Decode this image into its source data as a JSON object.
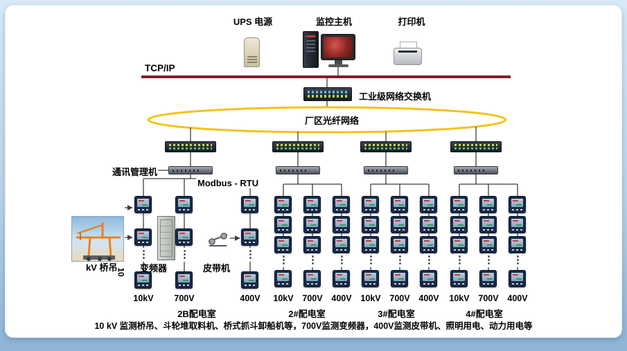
{
  "colors": {
    "backbone_line": "#7c2128",
    "fiber_ring_stroke": "#f2c318"
  },
  "header": {
    "ups_label": "UPS 电源",
    "host_label": "监控主机",
    "printer_label": "打印机"
  },
  "network": {
    "tcpip_label": "TCP/IP",
    "industrial_switch_label": "工业级网络交换机",
    "fiber_ring_label": "厂区光纤网络",
    "comm_manager_label": "通讯管理机",
    "modbus_label": "Modbus - RTU"
  },
  "equipment": {
    "crane_label_kv": "kV 桥吊",
    "crane_label_10": "10",
    "inverter_label": "变频器",
    "belt_label": "皮带机"
  },
  "groups": [
    {
      "name": "2B配电室",
      "columns": [
        "10kV",
        "700V",
        "400V"
      ]
    },
    {
      "name": "2#配电室",
      "columns": [
        "10kV",
        "700V",
        "400V"
      ]
    },
    {
      "name": "3#配电室",
      "columns": [
        "10kV",
        "700V",
        "400V"
      ]
    },
    {
      "name": "4#配电室",
      "columns": [
        "10kV",
        "700V",
        "400V"
      ]
    }
  ],
  "footer_note": "10 kV 监测桥吊、斗轮堆取料机、桥式抓斗卸船机等，700V监测变频器，400V监测皮带机、照明用电、动力用电等"
}
